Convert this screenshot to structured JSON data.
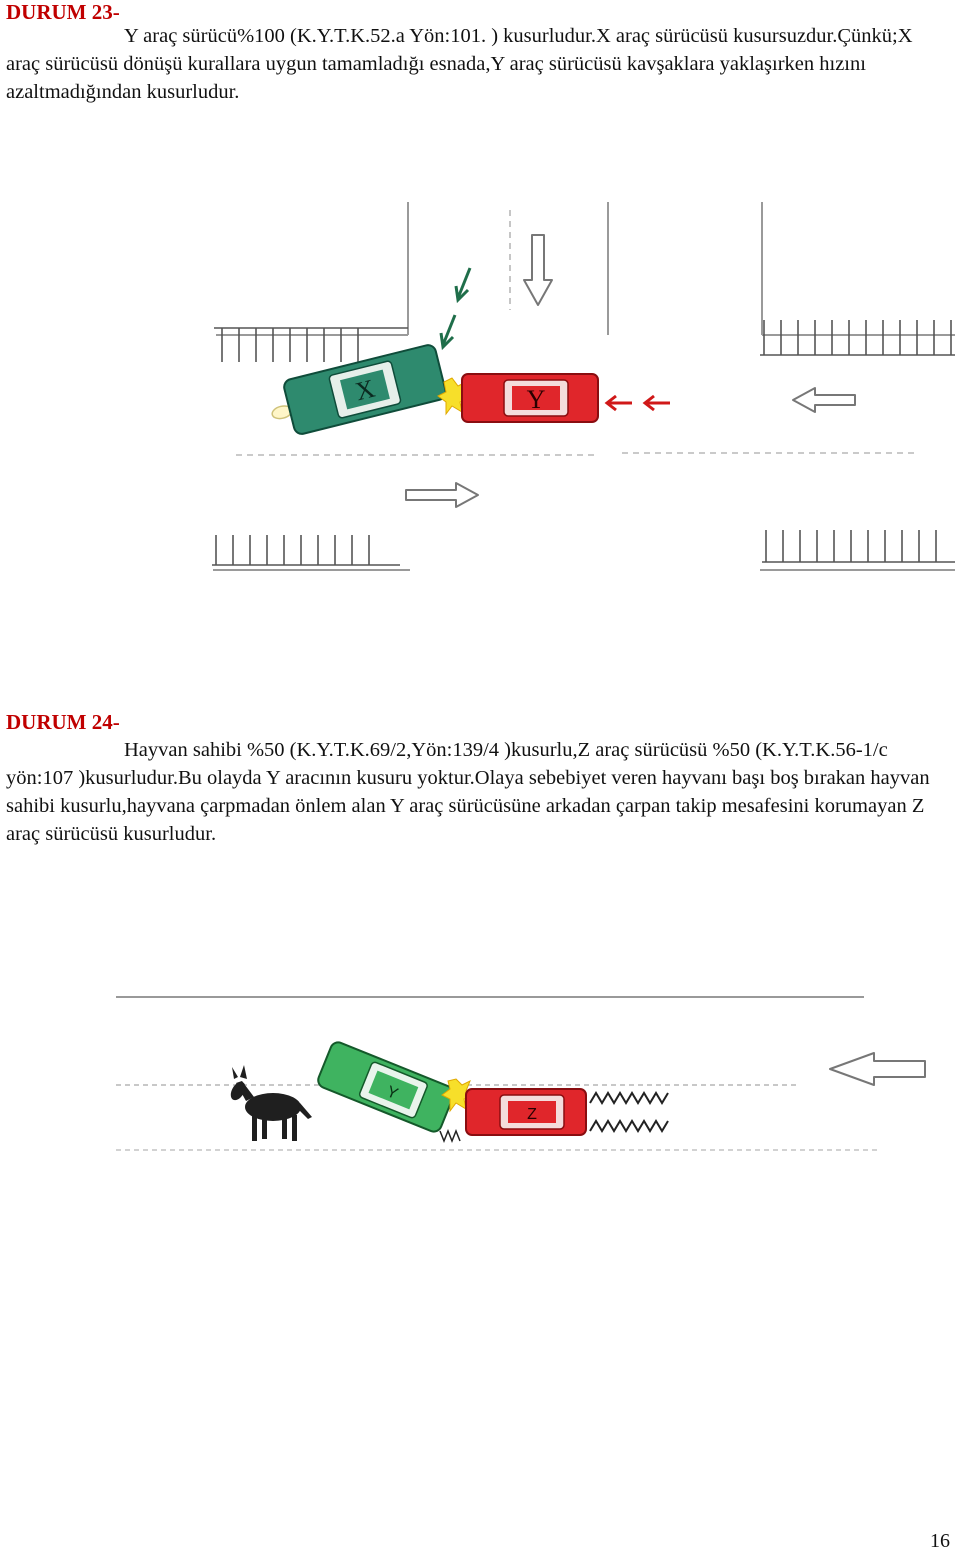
{
  "case23": {
    "title": "DURUM 23-",
    "text": "Y araç sürücü%100 (K.Y.T.K.52.a Yön:101. ) kusurludur.X araç sürücüsü kusursuzdur.Çünkü;X araç sürücüsü dönüşü kurallara uygun tamamladığı esnada,Y araç sürücüsü kavşaklara yaklaşırken hızını azaltmadığından kusurludur.",
    "diagram": {
      "car_x_label": "X",
      "car_y_label": "Y",
      "colors": {
        "car_x": "#2e8a6e",
        "car_y": "#e0262b",
        "arrows_x": "#1f6e4a",
        "arrows_y": "#d01818",
        "impact": "#f7df2a"
      }
    }
  },
  "case24": {
    "title": "DURUM 24-",
    "text": "Hayvan sahibi %50 (K.Y.T.K.69/2,Yön:139/4 )kusurlu,Z araç sürücüsü %50 (K.Y.T.K.56-1/c yön:107 )kusurludur.Bu olayda Y aracının kusuru yoktur.Olaya sebebiyet veren hayvanı başı boş bırakan hayvan sahibi kusurlu,hayvana çarpmadan önlem alan Y araç sürücüsü­ne arkadan çarpan takip mesafesini korumayan Z araç sürücüsü kusurludur.",
    "diagram": {
      "car_y_label": "Y",
      "car_z_label": "Z",
      "colors": {
        "car_y": "#3fb360",
        "car_z": "#e0262b",
        "animal": "#1f1f1f",
        "impact": "#f7df2a"
      }
    }
  },
  "page_number": "16"
}
